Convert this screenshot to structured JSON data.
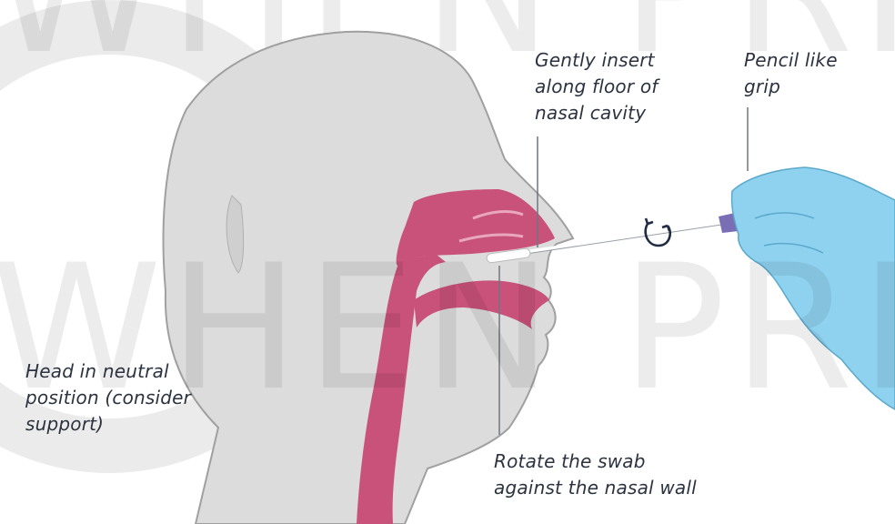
{
  "labels": {
    "insert": "Gently insert\nalong floor of\nnasal cavity",
    "grip": "Pencil like\ngrip",
    "head": "Head in neutral\nposition (consider\nsupport)",
    "rotate": "Rotate the swab\nagainst the nasal wall"
  },
  "watermark": {
    "text": "WHEN PRINTED"
  },
  "colors": {
    "head": "#dcdcdc",
    "head_outline": "#9a9a9a",
    "airway": "#c9527a",
    "glove": "#8fd2ef",
    "swab_tip": "#7a6fb5",
    "leader_line": "#6f7680"
  },
  "icons": {
    "rotation": "circular-arrows-icon"
  }
}
